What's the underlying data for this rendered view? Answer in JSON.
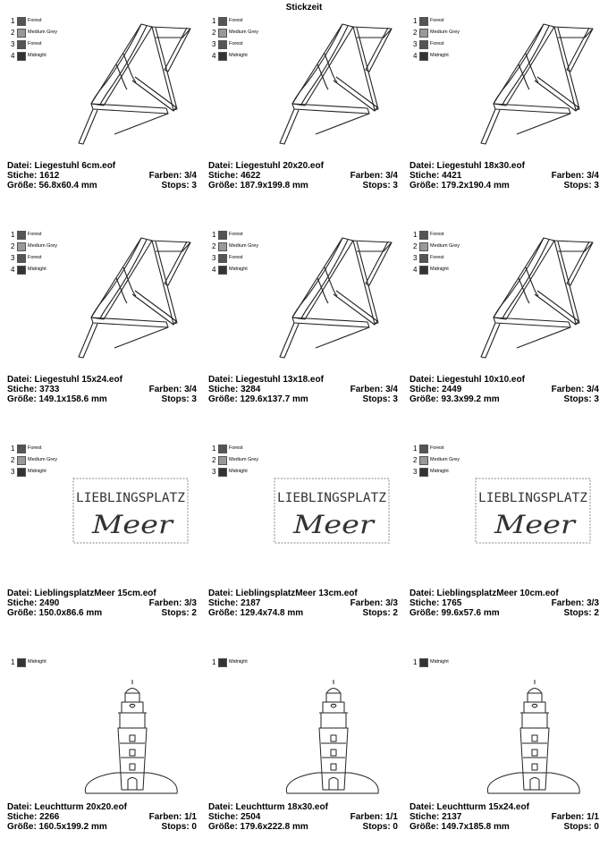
{
  "page_title": "Stickzeit",
  "labels": {
    "file": "Datei: ",
    "stitches": "Stiche: ",
    "size": "Größe: ",
    "colors": "Farben: ",
    "stops": "Stops: "
  },
  "designs": [
    {
      "file": "Liegestuhl 6cm.eof",
      "stitches": "1612",
      "size": "56.8x60.4 mm",
      "colors": "3/4",
      "stops": "3",
      "kind": "chair",
      "colorList": [
        {
          "n": "1",
          "name": "Forest",
          "hex": "#555555"
        },
        {
          "n": "2",
          "name": "Medium Grey",
          "hex": "#999999"
        },
        {
          "n": "3",
          "name": "Forest",
          "hex": "#555555"
        },
        {
          "n": "4",
          "name": "Midnight",
          "hex": "#333333"
        }
      ]
    },
    {
      "file": "Liegestuhl 20x20.eof",
      "stitches": "4622",
      "size": "187.9x199.8 mm",
      "colors": "3/4",
      "stops": "3",
      "kind": "chair",
      "colorList": [
        {
          "n": "1",
          "name": "Forest",
          "hex": "#555555"
        },
        {
          "n": "2",
          "name": "Medium Grey",
          "hex": "#999999"
        },
        {
          "n": "3",
          "name": "Forest",
          "hex": "#555555"
        },
        {
          "n": "4",
          "name": "Midnight",
          "hex": "#333333"
        }
      ]
    },
    {
      "file": "Liegestuhl 18x30.eof",
      "stitches": "4421",
      "size": "179.2x190.4 mm",
      "colors": "3/4",
      "stops": "3",
      "kind": "chair",
      "colorList": [
        {
          "n": "1",
          "name": "Forest",
          "hex": "#555555"
        },
        {
          "n": "2",
          "name": "Medium Grey",
          "hex": "#999999"
        },
        {
          "n": "3",
          "name": "Forest",
          "hex": "#555555"
        },
        {
          "n": "4",
          "name": "Midnight",
          "hex": "#333333"
        }
      ]
    },
    {
      "file": "Liegestuhl 15x24.eof",
      "stitches": "3733",
      "size": "149.1x158.6 mm",
      "colors": "3/4",
      "stops": "3",
      "kind": "chair",
      "colorList": [
        {
          "n": "1",
          "name": "Forest",
          "hex": "#555555"
        },
        {
          "n": "2",
          "name": "Medium Grey",
          "hex": "#999999"
        },
        {
          "n": "3",
          "name": "Forest",
          "hex": "#555555"
        },
        {
          "n": "4",
          "name": "Midnight",
          "hex": "#333333"
        }
      ]
    },
    {
      "file": "Liegestuhl 13x18.eof",
      "stitches": "3284",
      "size": "129.6x137.7 mm",
      "colors": "3/4",
      "stops": "3",
      "kind": "chair",
      "colorList": [
        {
          "n": "1",
          "name": "Forest",
          "hex": "#555555"
        },
        {
          "n": "2",
          "name": "Medium Grey",
          "hex": "#999999"
        },
        {
          "n": "3",
          "name": "Forest",
          "hex": "#555555"
        },
        {
          "n": "4",
          "name": "Midnight",
          "hex": "#333333"
        }
      ]
    },
    {
      "file": "Liegestuhl 10x10.eof",
      "stitches": "2449",
      "size": "93.3x99.2 mm",
      "colors": "3/4",
      "stops": "3",
      "kind": "chair",
      "colorList": [
        {
          "n": "1",
          "name": "Forest",
          "hex": "#555555"
        },
        {
          "n": "2",
          "name": "Medium Grey",
          "hex": "#999999"
        },
        {
          "n": "3",
          "name": "Forest",
          "hex": "#555555"
        },
        {
          "n": "4",
          "name": "Midnight",
          "hex": "#333333"
        }
      ]
    },
    {
      "file": "LieblingsplatzMeer 15cm.eof",
      "stitches": "2490",
      "size": "150.0x86.6 mm",
      "colors": "3/3",
      "stops": "2",
      "kind": "text",
      "line1": "LIEBLINGSPLATZ",
      "line2": "Meer",
      "colorList": [
        {
          "n": "1",
          "name": "Forest",
          "hex": "#555555"
        },
        {
          "n": "2",
          "name": "Medium Grey",
          "hex": "#999999"
        },
        {
          "n": "3",
          "name": "Midnight",
          "hex": "#333333"
        }
      ]
    },
    {
      "file": "LieblingsplatzMeer 13cm.eof",
      "stitches": "2187",
      "size": "129.4x74.8 mm",
      "colors": "3/3",
      "stops": "2",
      "kind": "text",
      "line1": "LIEBLINGSPLATZ",
      "line2": "Meer",
      "colorList": [
        {
          "n": "1",
          "name": "Forest",
          "hex": "#555555"
        },
        {
          "n": "2",
          "name": "Medium Grey",
          "hex": "#999999"
        },
        {
          "n": "3",
          "name": "Midnight",
          "hex": "#333333"
        }
      ]
    },
    {
      "file": "LieblingsplatzMeer 10cm.eof",
      "stitches": "1765",
      "size": "99.6x57.6 mm",
      "colors": "3/3",
      "stops": "2",
      "kind": "text",
      "line1": "LIEBLINGSPLATZ",
      "line2": "Meer",
      "colorList": [
        {
          "n": "1",
          "name": "Forest",
          "hex": "#555555"
        },
        {
          "n": "2",
          "name": "Medium Grey",
          "hex": "#999999"
        },
        {
          "n": "3",
          "name": "Midnight",
          "hex": "#333333"
        }
      ]
    },
    {
      "file": "Leuchtturm 20x20.eof",
      "stitches": "2266",
      "size": "160.5x199.2 mm",
      "colors": "1/1",
      "stops": "0",
      "kind": "lighthouse",
      "colorList": [
        {
          "n": "1",
          "name": "Midnight",
          "hex": "#333333"
        }
      ]
    },
    {
      "file": "Leuchtturm 18x30.eof",
      "stitches": "2504",
      "size": "179.6x222.8 mm",
      "colors": "1/1",
      "stops": "0",
      "kind": "lighthouse",
      "colorList": [
        {
          "n": "1",
          "name": "Midnight",
          "hex": "#333333"
        }
      ]
    },
    {
      "file": "Leuchtturm 15x24.eof",
      "stitches": "2137",
      "size": "149.7x185.8 mm",
      "colors": "1/1",
      "stops": "0",
      "kind": "lighthouse",
      "colorList": [
        {
          "n": "1",
          "name": "Midnight",
          "hex": "#333333"
        }
      ]
    }
  ]
}
